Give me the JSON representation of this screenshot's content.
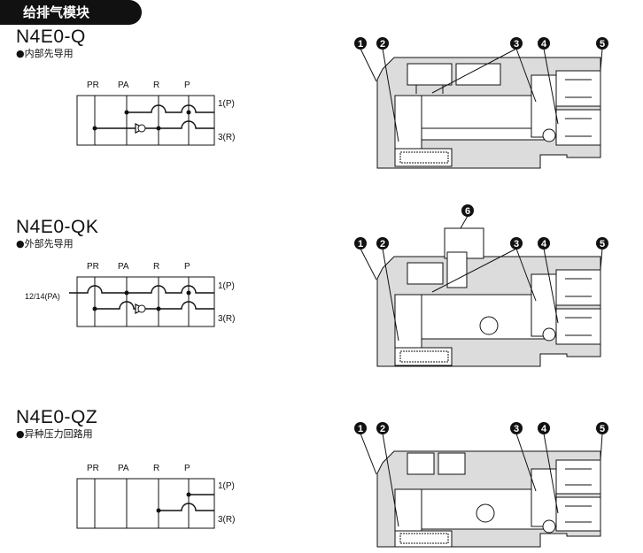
{
  "header": {
    "tag": "给排气模块"
  },
  "sections": [
    {
      "title": "N4E0-Q",
      "subtitle": "●内部先导用",
      "ports": [
        "PR",
        "PA",
        "R",
        "P"
      ],
      "lines": [
        "1(P)",
        "3(R)"
      ],
      "external": ""
    },
    {
      "title": "N4E0-QK",
      "subtitle": "●外部先导用",
      "ports": [
        "PR",
        "PA",
        "R",
        "P"
      ],
      "lines": [
        "1(P)",
        "3(R)"
      ],
      "external": "12/14(PA)"
    },
    {
      "title": "N4E0-QZ",
      "subtitle": "●异种压力回路用",
      "ports": [
        "PR",
        "PA",
        "R",
        "P"
      ],
      "lines": [
        "1(P)",
        "3(R)"
      ],
      "external": ""
    }
  ],
  "callouts": {
    "top": [
      "1",
      "2",
      "3",
      "4",
      "5"
    ],
    "middle": [
      "6",
      "1",
      "2",
      "3",
      "4",
      "5"
    ],
    "bottom": [
      "1",
      "2",
      "3",
      "4",
      "5"
    ]
  },
  "colors": {
    "body": "#dcdcdc",
    "ink": "#111111",
    "badge": "#111111"
  }
}
